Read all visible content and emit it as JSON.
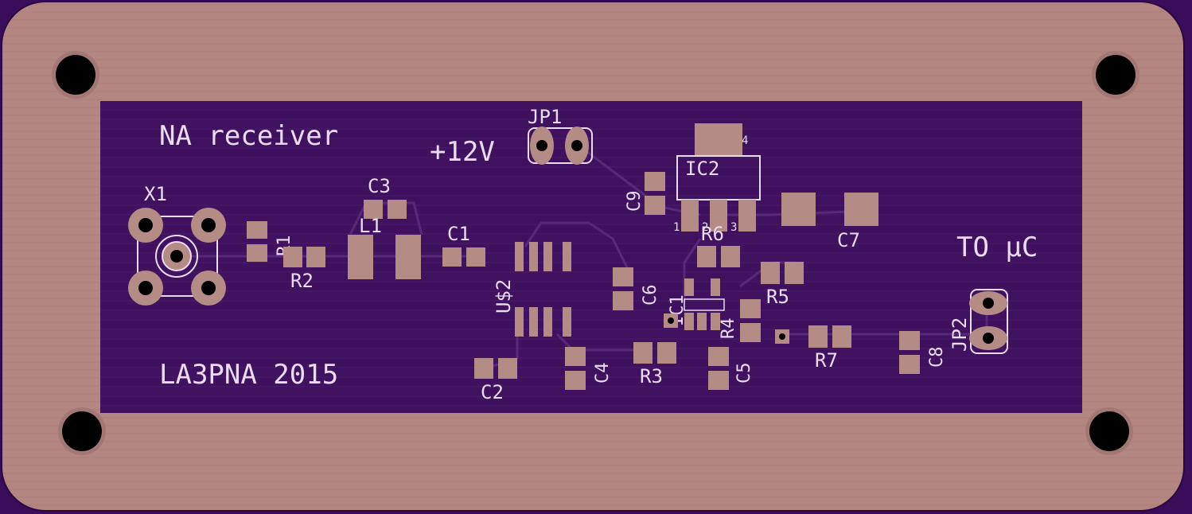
{
  "board": {
    "title": "NA receiver",
    "credit": "LA3PNA 2015",
    "power_label": "+12V",
    "output_label": "TO µC"
  },
  "components": {
    "x1": "X1",
    "r1": "R1",
    "r2": "R2",
    "r3": "R3",
    "r4": "R4",
    "r5": "R5",
    "r6": "R6",
    "r7": "R7",
    "c1": "C1",
    "c2": "C2",
    "c3": "C3",
    "c4": "C4",
    "c5": "C5",
    "c6": "C6",
    "c7": "C7",
    "c8": "C8",
    "c9": "C9",
    "l1": "L1",
    "ic1": "IC1",
    "ic2": "IC2",
    "us2": "U$2",
    "jp1": "JP1",
    "jp2": "JP2"
  },
  "ic2_pins": [
    "1",
    "2",
    "3",
    "4"
  ],
  "colors": {
    "copper": "#b38682",
    "soldermask": "#3a0d5a",
    "pad": "#b58b85",
    "silkscreen": "#e9dcef",
    "trace": "#5a2878",
    "drill": "#000000"
  }
}
